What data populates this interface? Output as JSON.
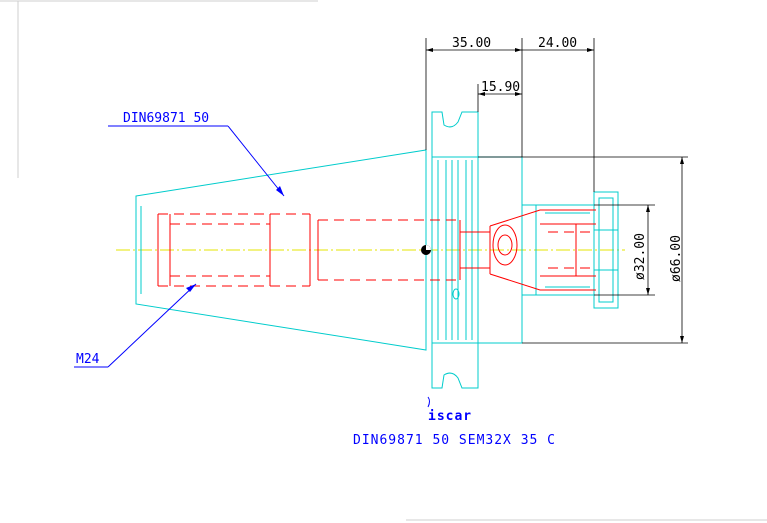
{
  "dimensions": {
    "d35": "35.00",
    "d24": "24.00",
    "d15_9": "15.90",
    "dia32": "ø32.00",
    "dia66": "ø66.00"
  },
  "labels": {
    "taper_callout": "DIN69871 50",
    "thread_callout": "M24"
  },
  "title_block": {
    "logo_text": "iscar",
    "part_number": "DIN69871 50 SEM32X 35 C"
  },
  "colors": {
    "body": "#00cccc",
    "hidden": "#ff0000",
    "callout": "#0000ff",
    "dimension": "#000000",
    "centerline": "#e6e600"
  }
}
